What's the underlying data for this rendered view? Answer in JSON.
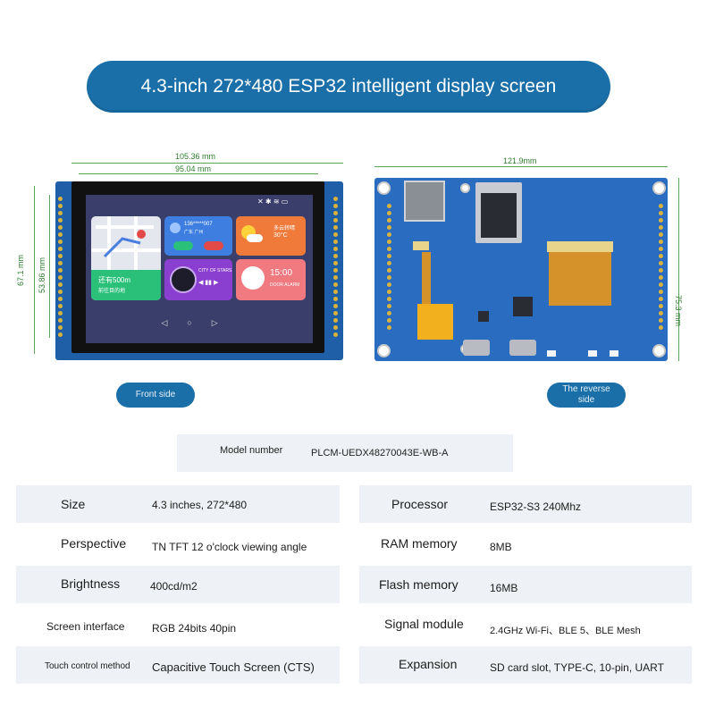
{
  "title": "4.3-inch 272*480 ESP32 intelligent display screen",
  "front": {
    "dim_width_outer": "105.36 mm",
    "dim_width_inner": "95.04 mm",
    "dim_height_outer": "67.1 mm",
    "dim_height_inner": "53.86 mm",
    "caption": "Front side",
    "screen": {
      "tile_nav_line1": "还有500m",
      "tile_nav_line2": "前往目的地",
      "tile_call_number": "136*****007",
      "tile_call_region": "广东  广州",
      "tile_weather_city": "多云转晴",
      "tile_weather_temp": "30°C",
      "tile_music_title": "CITY OF STARS",
      "tile_clock_time": "15:00",
      "tile_clock_sub": "DOOR ALARM"
    }
  },
  "back": {
    "dim_width": "121.9mm",
    "dim_height": "75.3 mm",
    "caption_line1": "The reverse",
    "caption_line2": "side"
  },
  "specs": {
    "model_label": "Model number",
    "model_value": "PLCM-UEDX48270043E-WB-A",
    "rows": [
      {
        "left_label": "Size",
        "left_value": "4.3 inches, 272*480",
        "right_label": "Processor",
        "right_value": "ESP32-S3 240Mhz"
      },
      {
        "left_label": "Perspective",
        "left_value": "TN TFT 12 o'clock viewing angle",
        "right_label": "RAM memory",
        "right_value": "8MB"
      },
      {
        "left_label": "Brightness",
        "left_value": "400cd/m2",
        "right_label": "Flash memory",
        "right_value": "16MB"
      },
      {
        "left_label": "Screen interface",
        "left_value": "RGB 24bits 40pin",
        "right_label": "Signal module",
        "right_value": "2.4GHz Wi-Fi、BLE 5、BLE Mesh"
      },
      {
        "left_label": "Touch control method",
        "left_value": "Capacitive Touch Screen (CTS)",
        "right_label": "Expansion",
        "right_value": "SD card slot, TYPE-C, 10-pin, UART"
      }
    ]
  },
  "colors": {
    "banner": "#1a6fa8",
    "pcb_front": "#1f5fa8",
    "pcb_back": "#2a6cc0",
    "dimension": "#2e7d2e",
    "row_shade": "#eef1f5"
  }
}
